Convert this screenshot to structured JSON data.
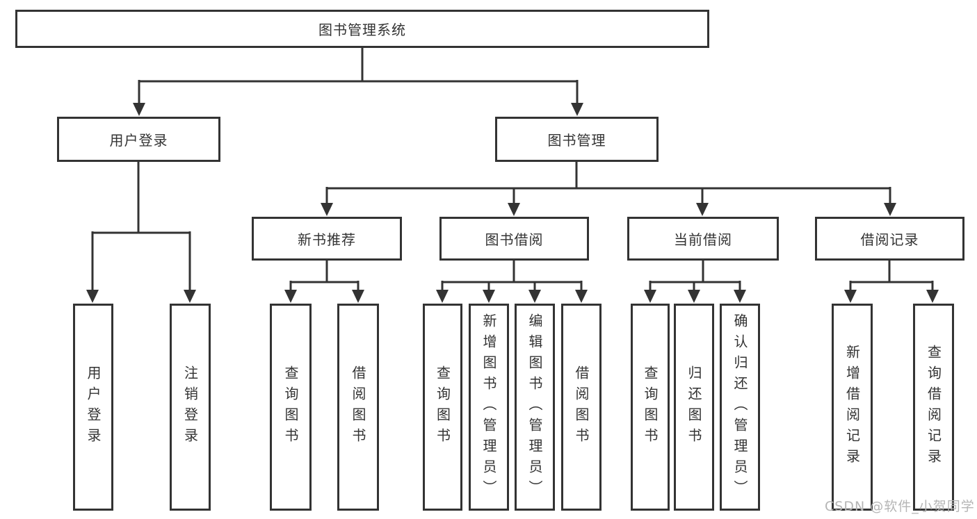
{
  "diagram": {
    "root": "图书管理系统",
    "branches": [
      {
        "label": "用户登录",
        "leaves": [
          "用户登录",
          "注销登录"
        ]
      },
      {
        "label": "图书管理",
        "groups": [
          {
            "label": "新书推荐",
            "leaves": [
              "查询图书",
              "借阅图书"
            ]
          },
          {
            "label": "图书借阅",
            "leaves": [
              "查询图书",
              "新增图书（管理员）",
              "编辑图书（管理员）",
              "借阅图书"
            ]
          },
          {
            "label": "当前借阅",
            "leaves": [
              "查询图书",
              "归还图书",
              "确认归还（管理员）"
            ]
          },
          {
            "label": "借阅记录",
            "leaves": [
              "新增借阅记录",
              "查询借阅记录"
            ]
          }
        ]
      }
    ]
  },
  "watermark": "CSDN @软件_小贺同学",
  "colors": {
    "line": "#333333",
    "text": "#333333",
    "box_background": "#ffffff",
    "watermark": "#b5b5b5"
  }
}
